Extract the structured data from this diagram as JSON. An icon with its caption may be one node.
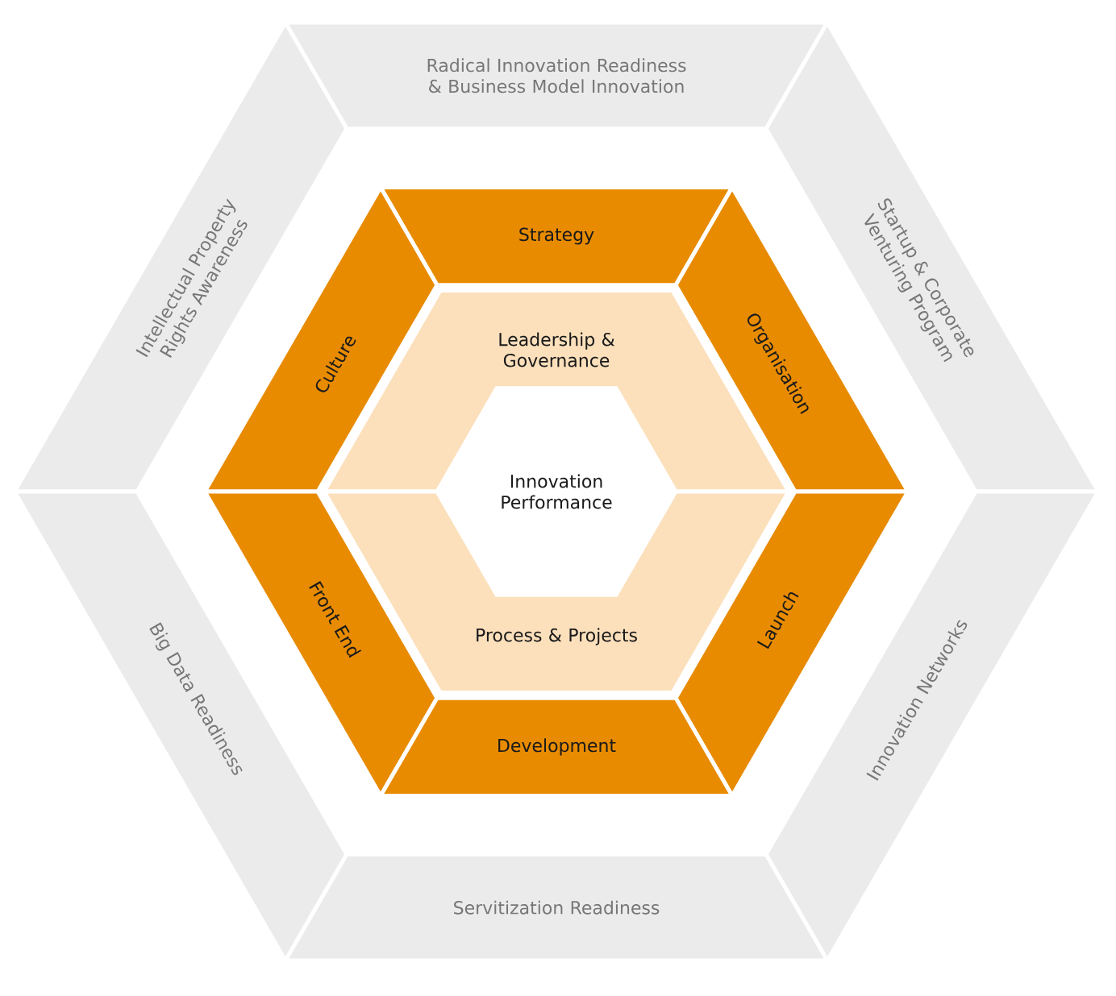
{
  "diagram": {
    "nodes": [
      {
        "text": [
          "Radical Innovation Readiness & Business Model Innovation"
        ]
      },
      {
        "text": [
          "Intellectual Property Rights Awareness"
        ]
      },
      {
        "text": [
          "Startup & Corporate Venturing Program"
        ]
      },
      {
        "text": [
          "Big Data Readiness"
        ]
      },
      {
        "text": [
          "Innovation Networks"
        ]
      },
      {
        "text": [
          "Servitization Readiness"
        ]
      },
      {
        "text": [
          "Strategy"
        ]
      },
      {
        "text": [
          "Culture"
        ]
      },
      {
        "text": [
          "Organisation"
        ]
      },
      {
        "text": [
          "Front End"
        ]
      },
      {
        "text": [
          "Launch"
        ]
      },
      {
        "text": [
          "Development"
        ]
      },
      {
        "text": [
          "Leadership & Governance"
        ]
      },
      {
        "text": [
          "Process & Projects"
        ]
      },
      {
        "text": [
          "Innovation Performance"
        ]
      }
    ]
  }
}
